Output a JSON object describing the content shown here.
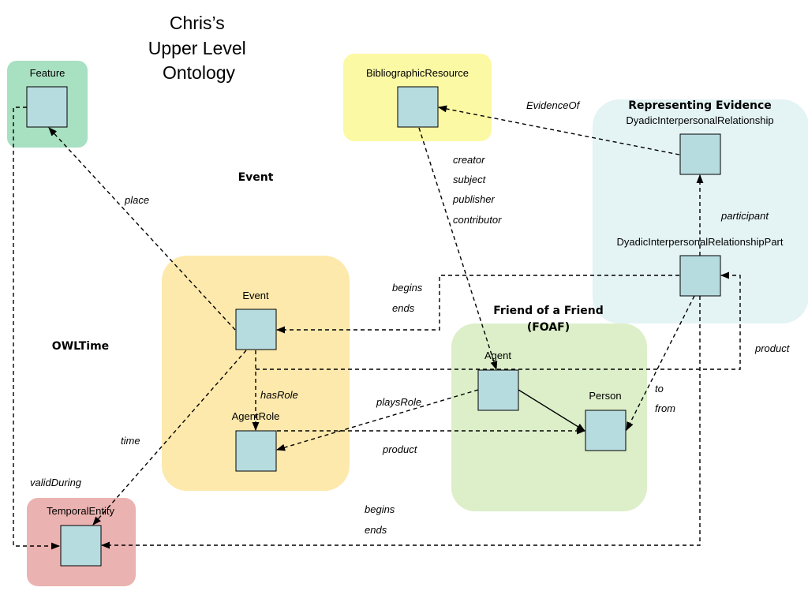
{
  "title": [
    "Chris’s",
    "Upper Level",
    "Ontology"
  ],
  "colors": {
    "feature": "#a8e0c2",
    "bibliographic": "#fcf9a4",
    "evidence": "#e4f3f4",
    "event": "#fde9ac",
    "foaf": "#dcefc9",
    "temporal": "#eab2b0",
    "node": "#b7dce0"
  },
  "groups": {
    "feature": "",
    "bibliographic": "",
    "evidence": "Representing Evidence",
    "event": "",
    "foaf": [
      "Friend of a Friend",
      "(FOAF)"
    ],
    "temporal": ""
  },
  "free_labels": {
    "event": "Event",
    "owltime": "OWLTime"
  },
  "nodes": {
    "feature": "Feature",
    "bibliographic_resource": "BibliographicResource",
    "dyadic_relationship": "DyadicInterpersonalRelationship",
    "dyadic_relationship_part": "DyadicInterpersonalRelationshipPart",
    "event": "Event",
    "agent_role": "AgentRole",
    "agent": "Agent",
    "person": "Person",
    "temporal_entity": "TemporalEntity"
  },
  "edges": {
    "evidence_of": "EvidenceOf",
    "creator_block": [
      "creator",
      "subject",
      "publisher",
      "contributor"
    ],
    "participant": "participant",
    "place": "place",
    "begins_ends_top": [
      "begins",
      "ends"
    ],
    "product_right": "product",
    "has_role": "hasRole",
    "plays_role": "playsRole",
    "product_bottom": "product",
    "to_from": [
      "to",
      "from"
    ],
    "time": "time",
    "valid_during": "validDuring",
    "begins_ends_bottom": [
      "begins",
      "ends"
    ]
  }
}
